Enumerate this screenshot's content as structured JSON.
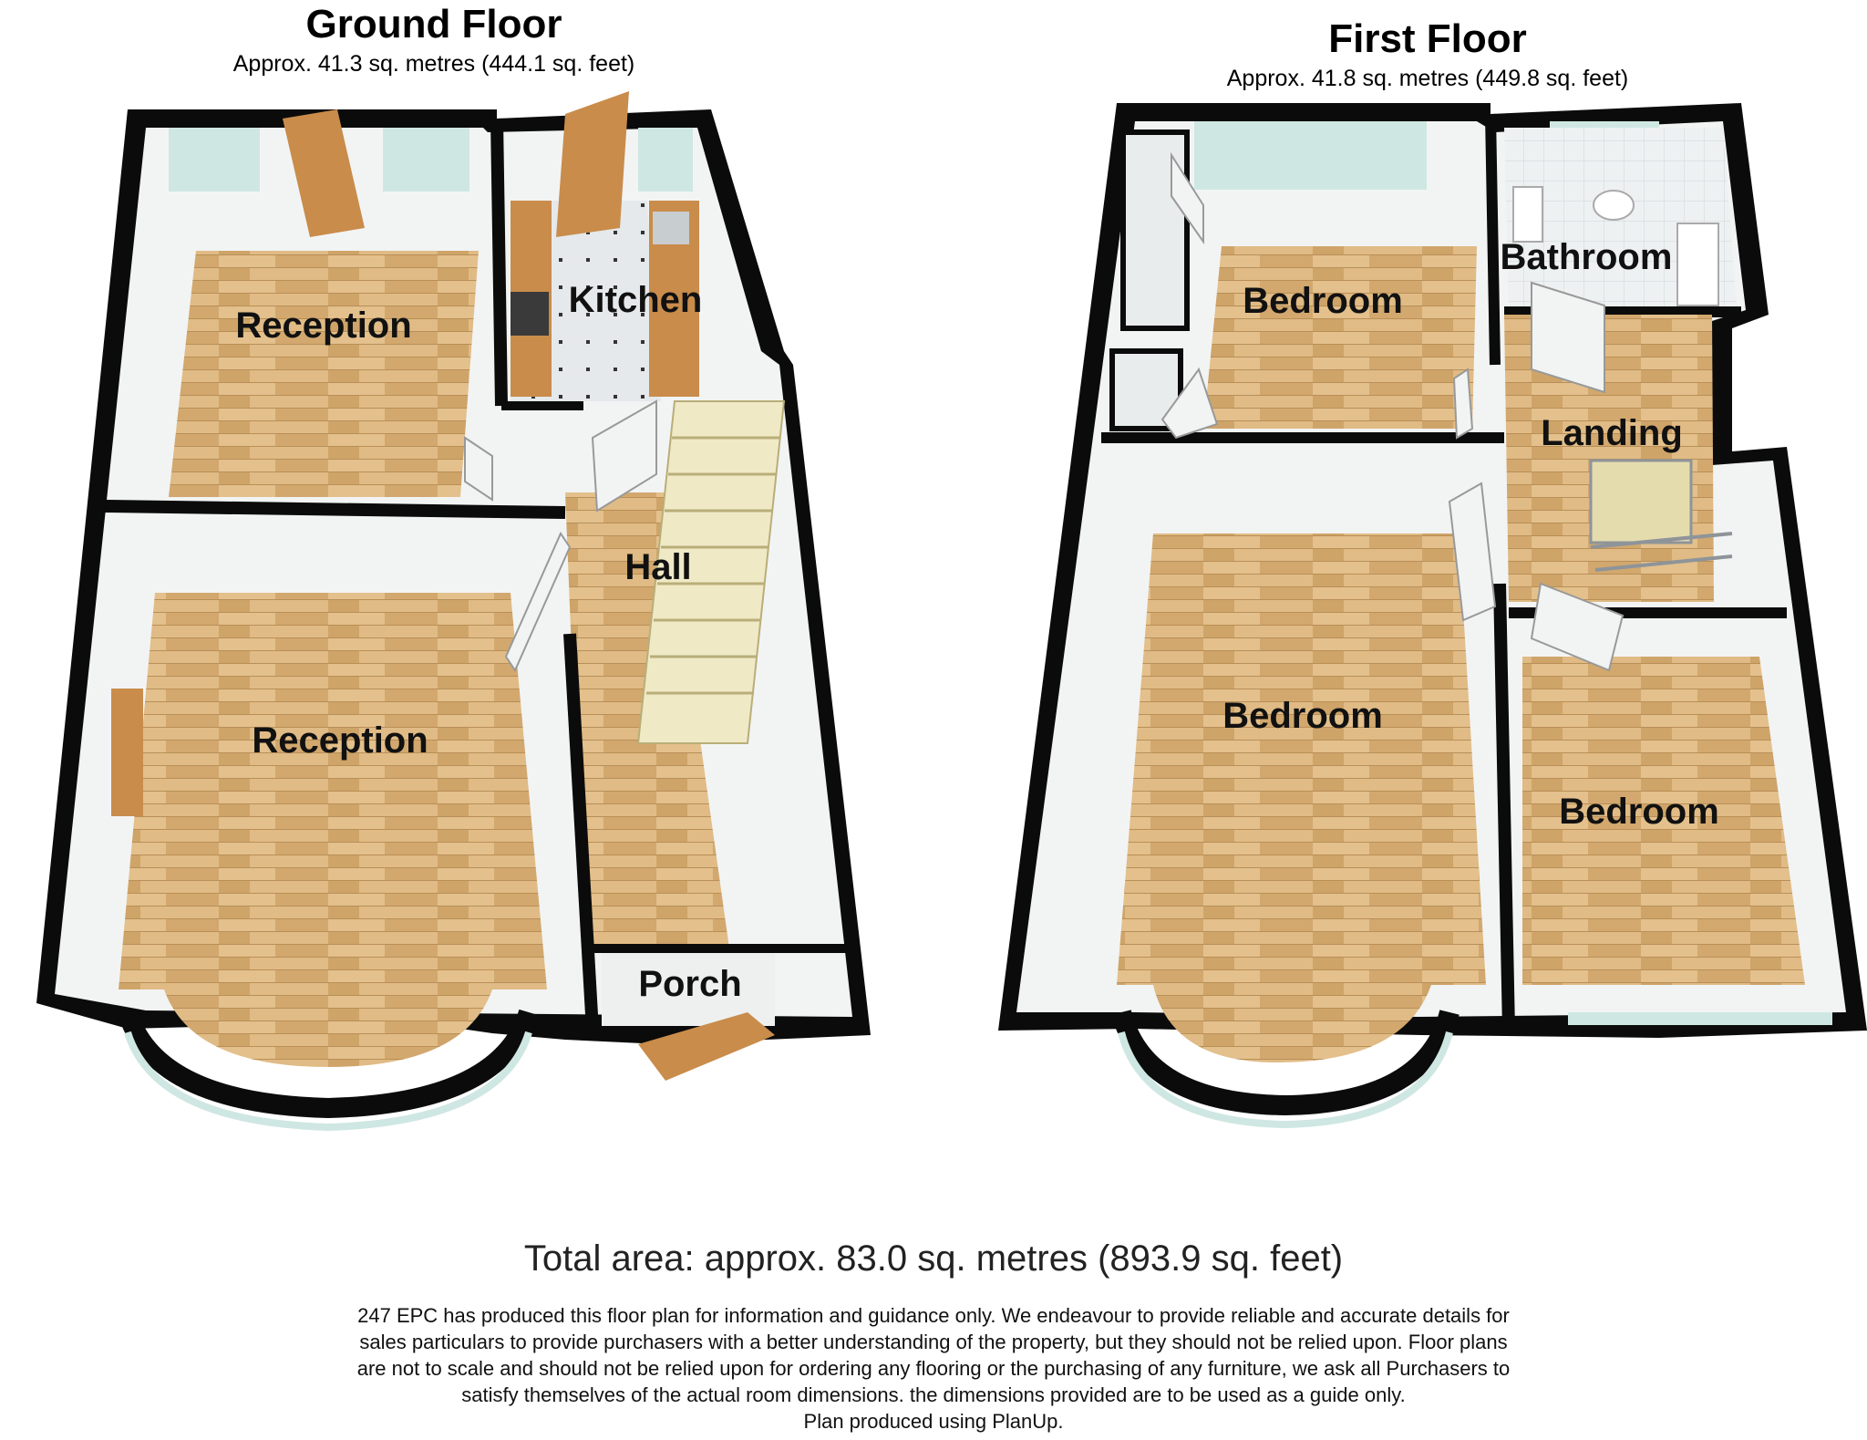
{
  "ground_floor": {
    "title": "Ground Floor",
    "area": "Approx. 41.3 sq. metres (444.1 sq. feet)",
    "rooms": [
      "Reception",
      "Kitchen",
      "Hall",
      "Reception",
      "Porch"
    ]
  },
  "first_floor": {
    "title": "First Floor",
    "area": "Approx. 41.8 sq. metres (449.8 sq. feet)",
    "rooms": [
      "Bedroom",
      "Bathroom",
      "Landing",
      "Bedroom",
      "Bedroom"
    ]
  },
  "total_area": "Total area: approx. 83.0 sq. metres (893.9 sq. feet)",
  "disclaimer": [
    "247 EPC has produced this floor plan for information and guidance only. We endeavour to provide reliable and accurate details for",
    "sales particulars to provide purchasers with a better understanding  of the property, but they should not be relied upon. Floor plans",
    "are not to scale and should not be relied upon for ordering any flooring or the purchasing of any furniture, we ask all Purchasers to",
    "satisfy themselves of the actual room dimensions. the dimensions provided are to be used as a guide only.",
    "Plan produced using PlanUp."
  ],
  "colors": {
    "wall": "#0b0b0b",
    "wall_face": "#f2f4f4",
    "floor_wood": "#d9b17a",
    "floor_tile": "#e4e7e9",
    "window": "#cfe7e2",
    "door": "#c98c4b"
  }
}
